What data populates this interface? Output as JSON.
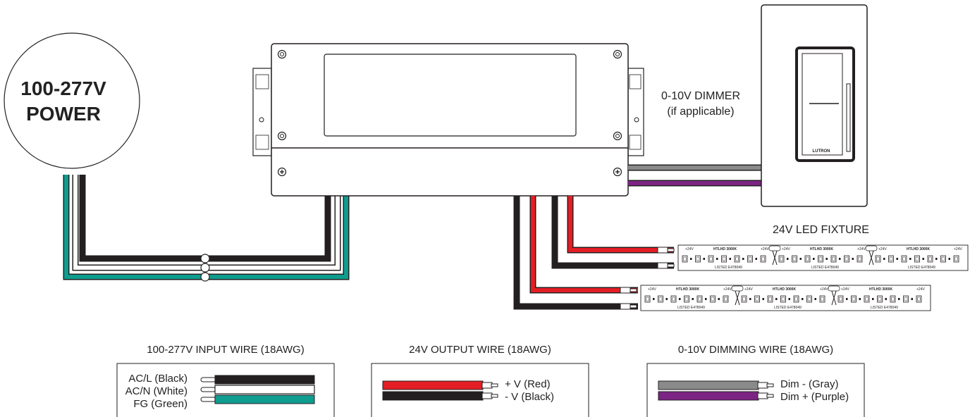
{
  "power": {
    "line1": "100-277V",
    "line2": "POWER"
  },
  "dimmer": {
    "line1": "0-10V DIMMER",
    "line2": "(if applicable)",
    "brand": "LUTRON"
  },
  "fixture": {
    "title": "24V LED FIXTURE",
    "plus_label": "+24V",
    "model_label": "HTLHD 3000K",
    "listed_label": "LISTED E478049"
  },
  "legend": {
    "input": {
      "title": "100-277V INPUT WIRE (18AWG)",
      "rows": [
        "AC/L (Black)",
        "AC/N (White)",
        "FG (Green)"
      ]
    },
    "output": {
      "title": "24V OUTPUT WIRE (18AWG)",
      "rows": [
        "+ V (Red)",
        "- V (Black)"
      ]
    },
    "dimming": {
      "title": "0-10V DIMMING WIRE (18AWG)",
      "rows": [
        "Dim - (Gray)",
        "Dim + (Purple)"
      ]
    }
  },
  "colors": {
    "black": "#231f20",
    "red": "#e31e24",
    "green": "#0e9d8f",
    "gray": "#8a8a8a",
    "purple": "#7b2483",
    "outline": "#231f20"
  }
}
